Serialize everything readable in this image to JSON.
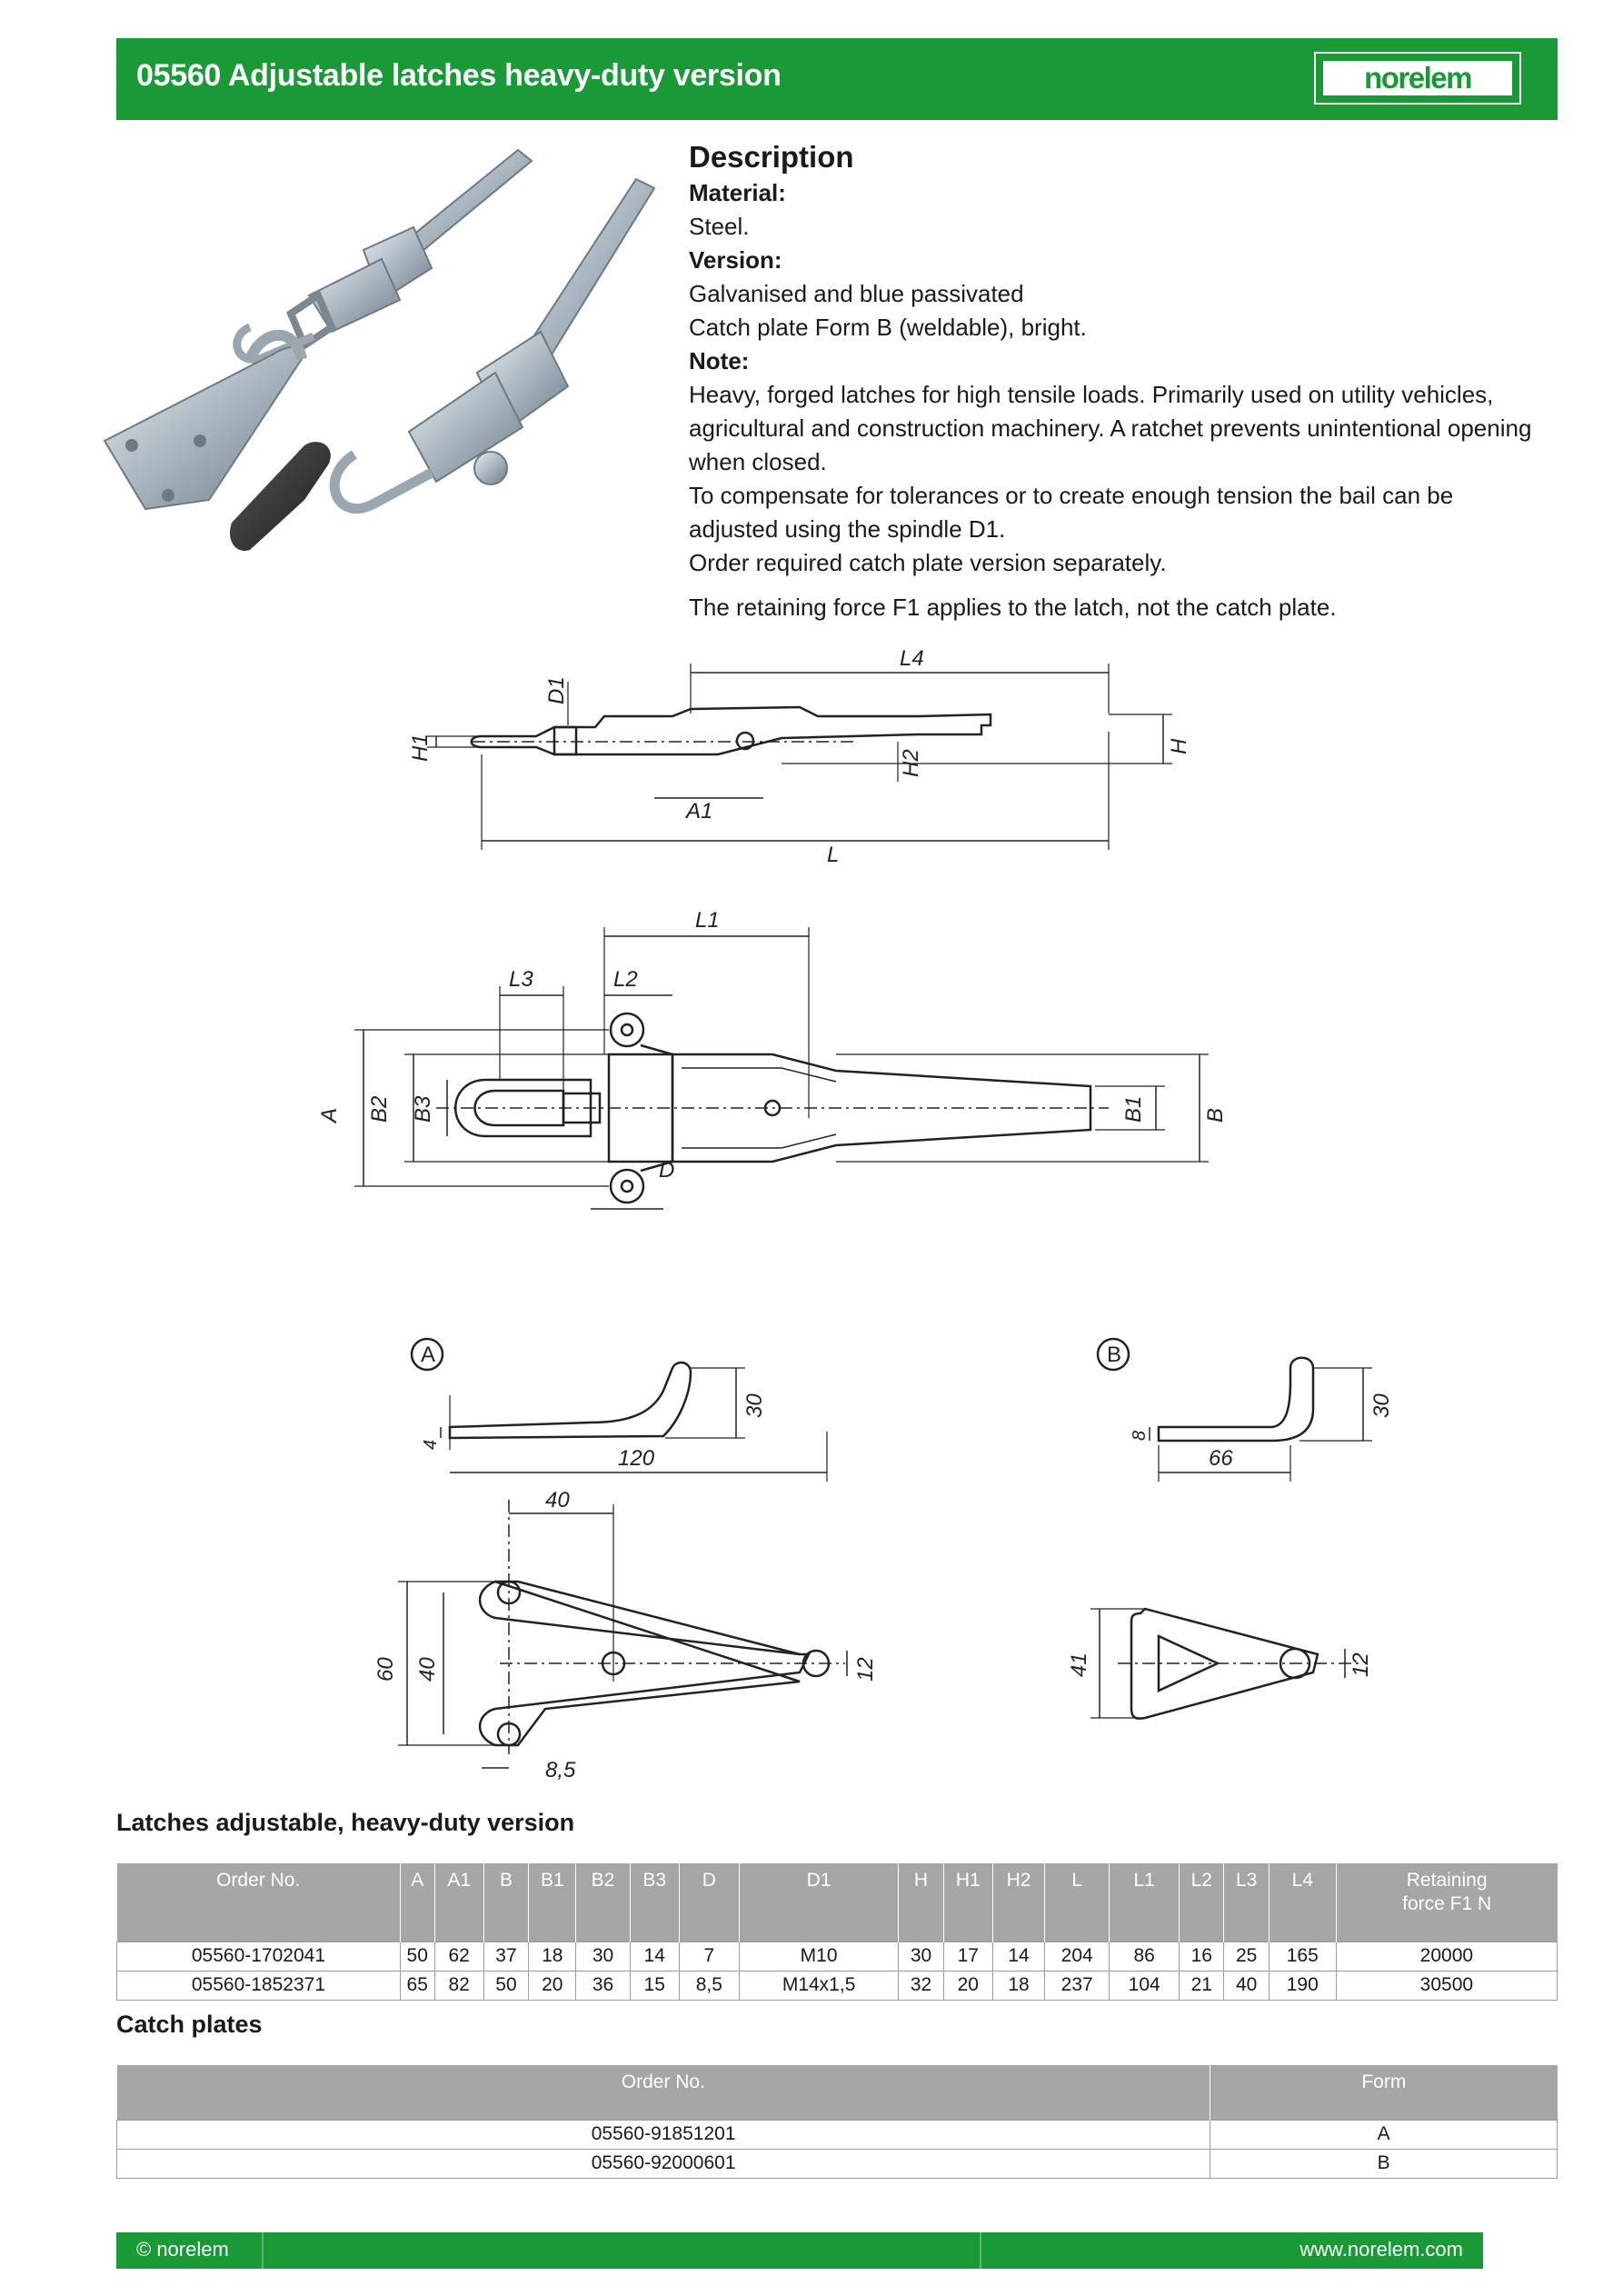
{
  "header": {
    "title": "05560 Adjustable latches heavy-duty version",
    "logo": "norelem"
  },
  "description": {
    "heading": "Description",
    "material_label": "Material:",
    "material": "Steel.",
    "version_label": "Version:",
    "version_1": "Galvanised and blue passivated",
    "version_2": "Catch plate Form B (weldable), bright.",
    "note_label": "Note:",
    "note_1": "Heavy, forged latches for high tensile loads. Primarily used on utility vehicles, agricultural and construction machinery. A ratchet prevents unintentional opening when closed.",
    "note_2": "To compensate for tolerances or to create enough tension the bail can be adjusted using the spindle D1.",
    "note_3": "Order required catch plate version separately.",
    "note_4": "The retaining force F1 applies to the latch, not the catch plate."
  },
  "drawing": {
    "side_labels": [
      "L4",
      "D1",
      "H1",
      "H2",
      "H",
      "A1",
      "L"
    ],
    "top_labels": [
      "L1",
      "L3",
      "L2",
      "A",
      "B2",
      "B3",
      "B1",
      "B",
      "D"
    ],
    "form_a": {
      "marker": "A",
      "dim_thickness": "4",
      "dim_length": "120",
      "dim_height": "30",
      "dim_hole_spacing": "40",
      "dim_width": "60",
      "dim_holes": "40",
      "dim_edge": "8,5",
      "dim_slot": "12"
    },
    "form_b": {
      "marker": "B",
      "dim_thickness": "8",
      "dim_length": "66",
      "dim_height": "30",
      "dim_width": "41",
      "dim_slot": "12"
    }
  },
  "latches": {
    "title": "Latches adjustable, heavy-duty version",
    "columns": [
      "Order No.",
      "A",
      "A1",
      "B",
      "B1",
      "B2",
      "B3",
      "D",
      "D1",
      "H",
      "H1",
      "H2",
      "L",
      "L1",
      "L2",
      "L3",
      "L4",
      "Retaining force F1 N"
    ],
    "rows": [
      [
        "05560-1702041",
        "50",
        "62",
        "37",
        "18",
        "30",
        "14",
        "7",
        "M10",
        "30",
        "17",
        "14",
        "204",
        "86",
        "16",
        "25",
        "165",
        "20000"
      ],
      [
        "05560-1852371",
        "65",
        "82",
        "50",
        "20",
        "36",
        "15",
        "8,5",
        "M14x1,5",
        "32",
        "20",
        "18",
        "237",
        "104",
        "21",
        "40",
        "190",
        "30500"
      ]
    ]
  },
  "catch_plates": {
    "title": "Catch plates",
    "columns": [
      "Order No.",
      "Form"
    ],
    "rows": [
      [
        "05560-91851201",
        "A"
      ],
      [
        "05560-92000601",
        "B"
      ]
    ]
  },
  "footer": {
    "copyright": "© norelem",
    "website": "www.norelem.com"
  },
  "colors": {
    "brand_green": "#1a9a37",
    "table_header": "#a6a6a6"
  }
}
